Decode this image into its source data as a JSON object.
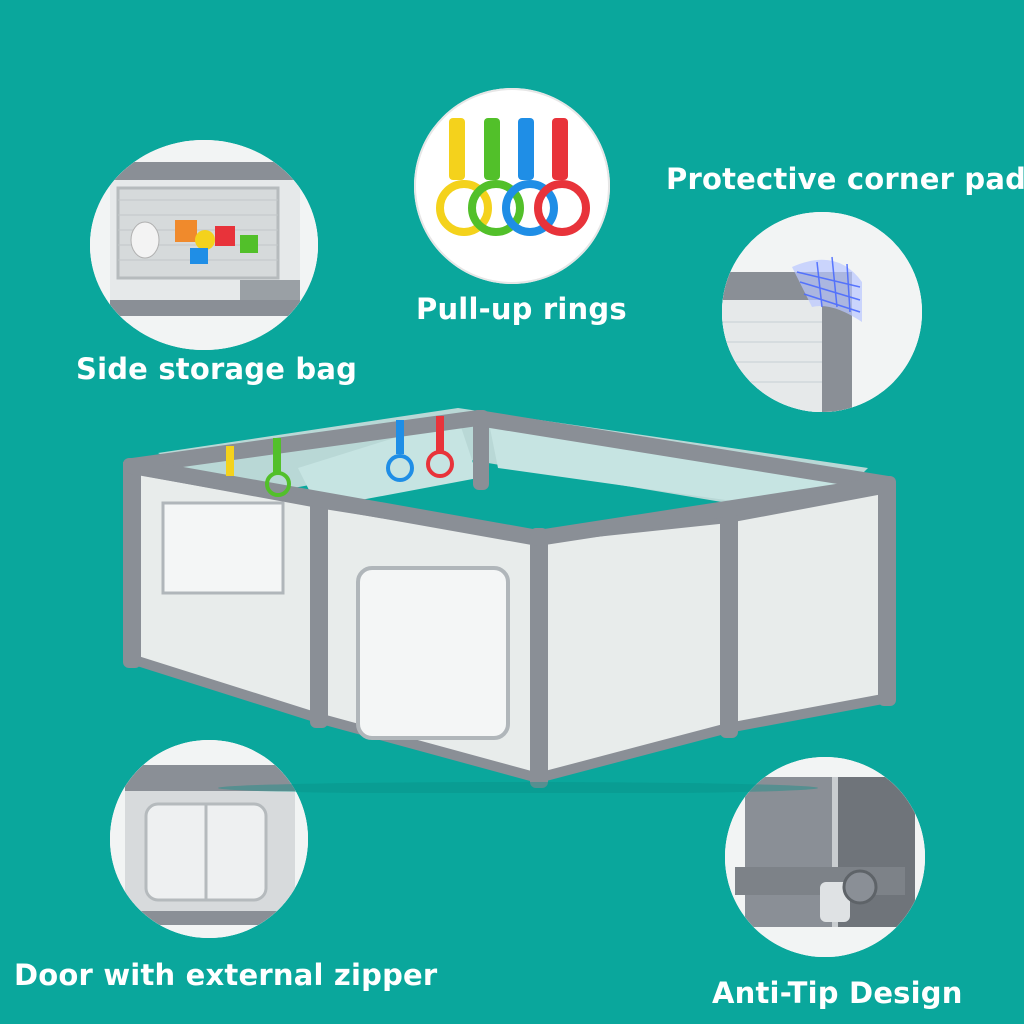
{
  "features": {
    "side_storage_bag": {
      "label": "Side storage bag"
    },
    "pull_up_rings": {
      "label": "Pull-up rings"
    },
    "protective_corner_pad": {
      "label": "Protective corner pad"
    },
    "door_with_external_zipper": {
      "label": "Door with external zipper"
    },
    "anti_tip_design": {
      "label": "Anti-Tip Design"
    }
  },
  "colors": {
    "background": "#0aa79c",
    "frame_gray": "#8a8f96",
    "mesh_light": "#e8eceb",
    "ring_yellow": "#f4d21c",
    "ring_green": "#52c02a",
    "ring_blue": "#1f8ee6",
    "ring_red": "#e8333a"
  },
  "icons": [
    "storage-bag-icon",
    "pull-up-rings-icon",
    "corner-pad-icon",
    "zipper-door-icon",
    "anti-tip-icon"
  ]
}
